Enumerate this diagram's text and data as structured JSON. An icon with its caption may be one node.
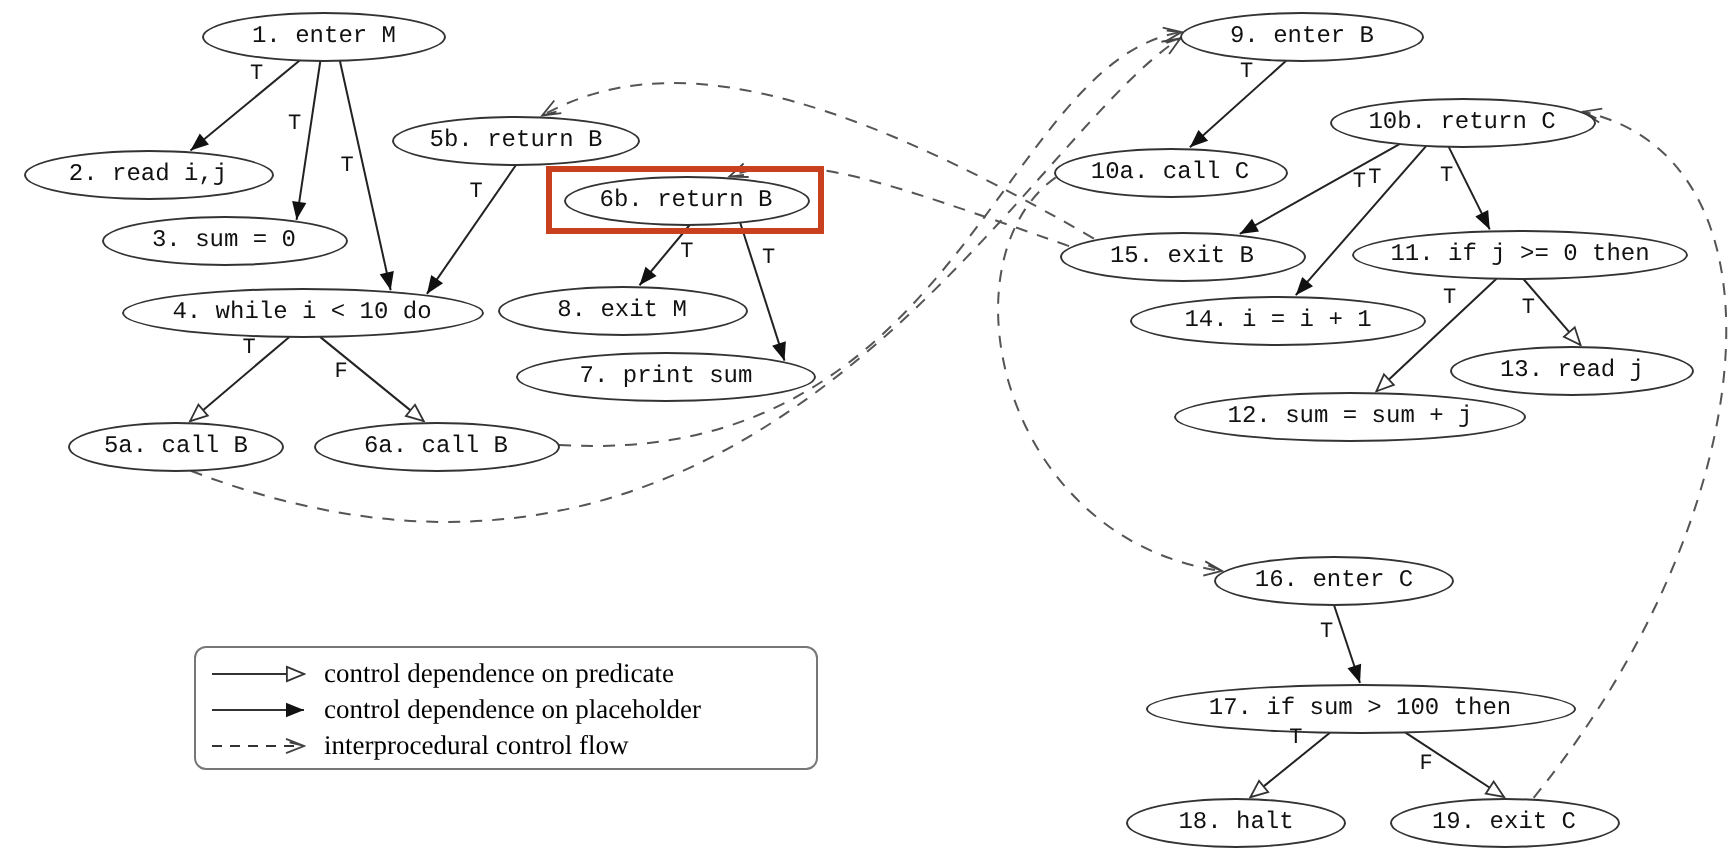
{
  "diagram": {
    "nodes": [
      {
        "text": [
          "1. enter M"
        ]
      },
      {
        "text": [
          "2. read i,j"
        ]
      },
      {
        "text": [
          "3. sum = 0"
        ]
      },
      {
        "text": [
          "4. while i < 10 do"
        ]
      },
      {
        "text": [
          "5a. call B"
        ]
      },
      {
        "text": [
          "6a. call B"
        ]
      },
      {
        "text": [
          "5b. return B"
        ]
      },
      {
        "text": [],
        "shape": "box"
      },
      {
        "text": [
          "6b. return B"
        ],
        "in": 7
      },
      {
        "text": [
          "8. exit M"
        ]
      },
      {
        "text": [
          "7. print sum"
        ]
      },
      {
        "text": [
          "9. enter B"
        ]
      },
      {
        "text": [
          "10a. call C"
        ]
      },
      {
        "text": [
          "10b. return C"
        ]
      },
      {
        "text": [
          "15. exit B"
        ]
      },
      {
        "text": [
          "11. if j >= 0 then"
        ]
      },
      {
        "text": [
          "14. i = i + 1"
        ]
      },
      {
        "text": [
          "13. read j"
        ]
      },
      {
        "text": [
          "12. sum = sum + j"
        ]
      },
      {
        "text": [
          "16. enter C"
        ]
      },
      {
        "text": [
          "17. if sum > 100 then"
        ]
      },
      {
        "text": [
          "18. halt"
        ]
      },
      {
        "text": [
          "19. exit C"
        ]
      }
    ],
    "edges": [
      {
        "from": 0,
        "to": 1,
        "arrow": "to",
        "label": "T"
      },
      {
        "from": 0,
        "to": 2,
        "arrow": "to",
        "label": "T"
      },
      {
        "from": 0,
        "to": 3,
        "arrow": "to",
        "label": "T"
      },
      {
        "from": 6,
        "to": 3,
        "arrow": "to",
        "label": "T"
      },
      {
        "from": 3,
        "to": 4,
        "arrow": "to",
        "label": "T"
      },
      {
        "from": 3,
        "to": 5,
        "arrow": "to",
        "label": "F"
      },
      {
        "from": 8,
        "to": 9,
        "arrow": "to",
        "label": "T"
      },
      {
        "from": 8,
        "to": 10,
        "arrow": "to",
        "label": "T"
      },
      {
        "from": 11,
        "to": 12,
        "arrow": "to",
        "label": "T"
      },
      {
        "from": 13,
        "to": 14,
        "arrow": "to",
        "label": "T"
      },
      {
        "from": 13,
        "to": 16,
        "arrow": "to",
        "label": "T"
      },
      {
        "from": 13,
        "to": 15,
        "arrow": "to",
        "label": "T"
      },
      {
        "from": 15,
        "to": 18,
        "arrow": "to",
        "label": "T"
      },
      {
        "from": 15,
        "to": 17,
        "arrow": "to",
        "label": "T"
      },
      {
        "from": 19,
        "to": 20,
        "arrow": "to",
        "label": "T"
      },
      {
        "from": 20,
        "to": 21,
        "arrow": "to",
        "label": "T"
      },
      {
        "from": 20,
        "to": 22,
        "arrow": "to",
        "label": "F"
      },
      {
        "from": 4,
        "to": 11,
        "arrow": "to",
        "style": "dashed"
      },
      {
        "from": 5,
        "to": 11,
        "arrow": "to",
        "style": "dashed"
      },
      {
        "from": 14,
        "to": 6,
        "arrow": "to",
        "style": "dashed"
      },
      {
        "from": 14,
        "to": 8,
        "arrow": "to",
        "style": "dashed"
      },
      {
        "from": 12,
        "to": 19,
        "arrow": "to",
        "style": "dashed"
      },
      {
        "from": 22,
        "to": 13,
        "arrow": "to",
        "style": "dashed"
      }
    ],
    "legend": [
      {
        "text": "control dependence on predicate"
      },
      {
        "text": "control dependence on placeholder"
      },
      {
        "text": "interprocedural control flow"
      }
    ]
  }
}
